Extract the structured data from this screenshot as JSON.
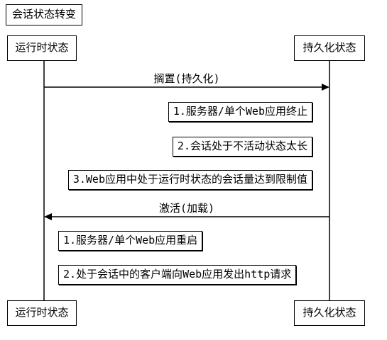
{
  "title": "会话状态转变",
  "participants_top": {
    "left": "运行时状态",
    "right": "持久化状态"
  },
  "participants_bottom": {
    "left": "运行时状态",
    "right": "持久化状态"
  },
  "messages": [
    {
      "label": "搁置(持久化)",
      "notes": [
        "1.服务器/单个Web应用终止",
        "2.会话处于不活动状态太长",
        "3.Web应用中处于运行时状态的会话量达到限制值"
      ]
    },
    {
      "label": "激活(加载)",
      "notes": [
        "1.服务器/单个Web应用重启",
        "2.处于会话中的客户端向Web应用发出http请求"
      ]
    }
  ],
  "colors": {
    "line": "#000000",
    "background": "#ffffff"
  }
}
